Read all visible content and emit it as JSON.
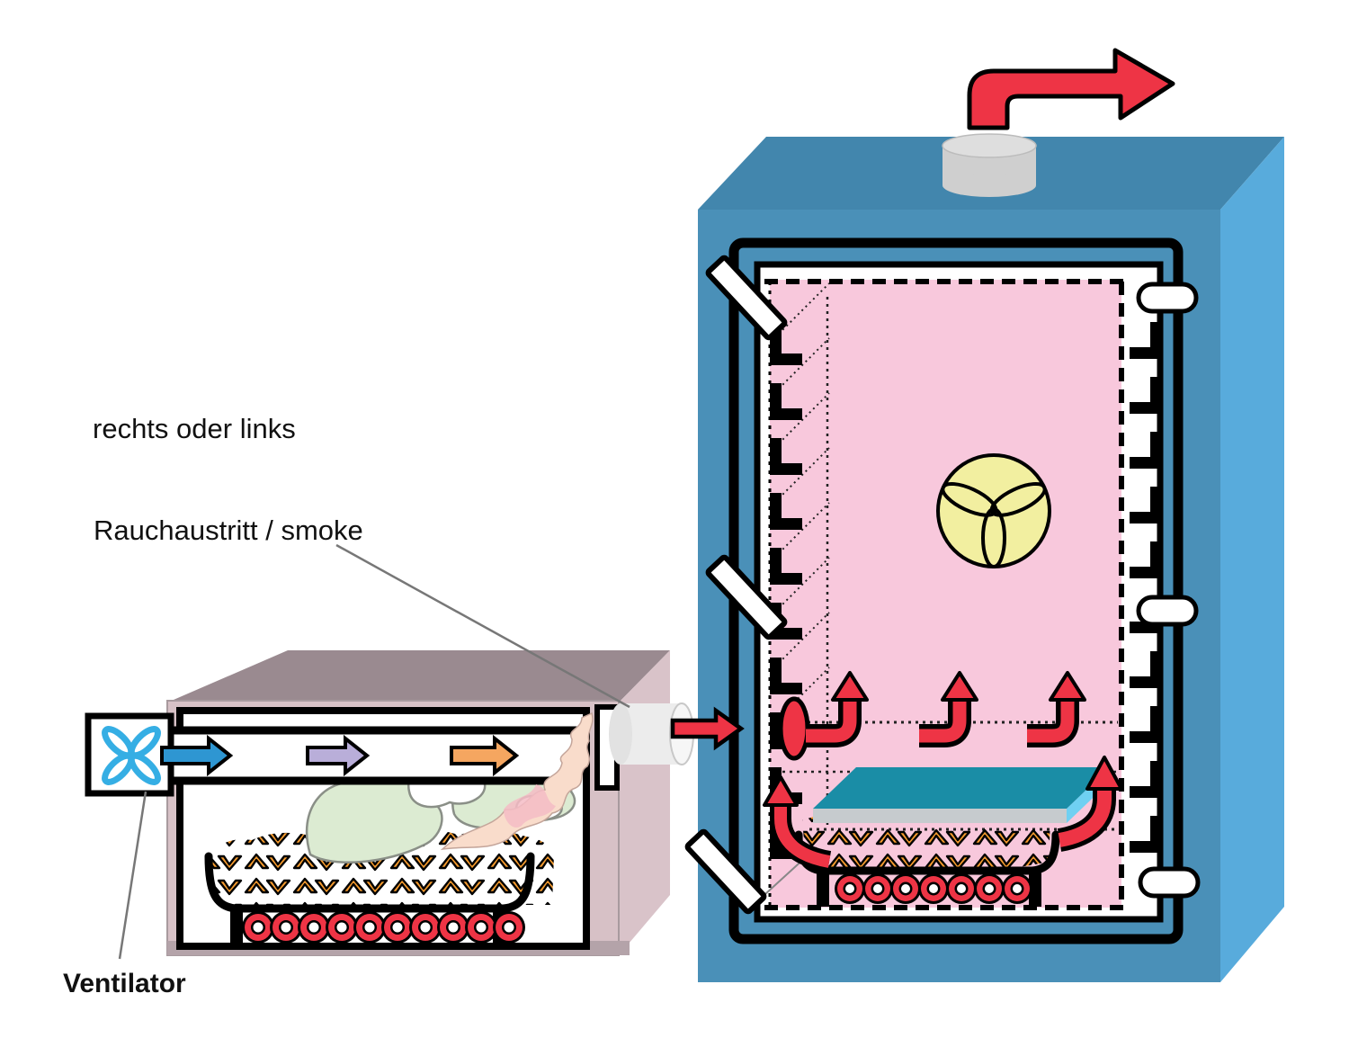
{
  "labels": {
    "orientation": "rechts oder links",
    "smoke_outlet": "Rauchaustritt  / smoke",
    "fan": "Ventilator"
  },
  "colors": {
    "chamber_front": "#4a90b8",
    "chamber_top": "#4286ad",
    "chamber_side": "#58abdc",
    "smoke_zone_pink": "#f8c8dc",
    "generator_front": "#d7c1c6",
    "generator_top": "#9a8a90",
    "generator_side": "#d9c3c9",
    "generator_shadow": "#b4a3a9",
    "red": "#ee3445",
    "plate_teal": "#1a8da6",
    "plate_edge": "#6fd0f2",
    "plate_front": "#c6cbce",
    "fan_circle_yellow": "#f2efa0",
    "arrow_blue": "#2e96d2",
    "arrow_lavender": "#b9aed9",
    "arrow_orange": "#f5a660",
    "fan_blue": "#35aee4",
    "shavings_orange": "#f49a2d",
    "blob_green": "#dcebd2",
    "smoke_salmon": "#f9dccb",
    "smoke_pink": "#f5bcc6",
    "cap_gray": "#cfcfcf",
    "connector_gray": "#ececec"
  }
}
